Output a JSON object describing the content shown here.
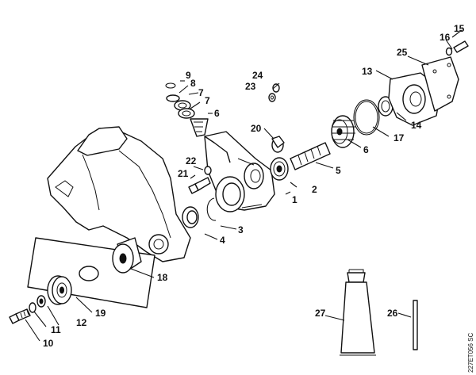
{
  "callouts": [
    {
      "id": "c1",
      "text": "1"
    },
    {
      "id": "c2",
      "text": "2"
    },
    {
      "id": "c3",
      "text": "3"
    },
    {
      "id": "c4",
      "text": "4"
    },
    {
      "id": "c5",
      "text": "5"
    },
    {
      "id": "c6a",
      "text": "6"
    },
    {
      "id": "c6b",
      "text": "6"
    },
    {
      "id": "c7a",
      "text": "7"
    },
    {
      "id": "c7b",
      "text": "7"
    },
    {
      "id": "c8",
      "text": "8"
    },
    {
      "id": "c9",
      "text": "9"
    },
    {
      "id": "c10",
      "text": "10"
    },
    {
      "id": "c11",
      "text": "11"
    },
    {
      "id": "c12",
      "text": "12"
    },
    {
      "id": "c13",
      "text": "13"
    },
    {
      "id": "c14",
      "text": "14"
    },
    {
      "id": "c15",
      "text": "15"
    },
    {
      "id": "c16",
      "text": "16"
    },
    {
      "id": "c17",
      "text": "17"
    },
    {
      "id": "c18",
      "text": "18"
    },
    {
      "id": "c19",
      "text": "19"
    },
    {
      "id": "c20",
      "text": "20"
    },
    {
      "id": "c21",
      "text": "21"
    },
    {
      "id": "c22",
      "text": "22"
    },
    {
      "id": "c23",
      "text": "23"
    },
    {
      "id": "c24",
      "text": "24"
    },
    {
      "id": "c25",
      "text": "25"
    },
    {
      "id": "c26",
      "text": "26"
    },
    {
      "id": "c27",
      "text": "27"
    }
  ],
  "drawing_ref": "227ET056 SC"
}
